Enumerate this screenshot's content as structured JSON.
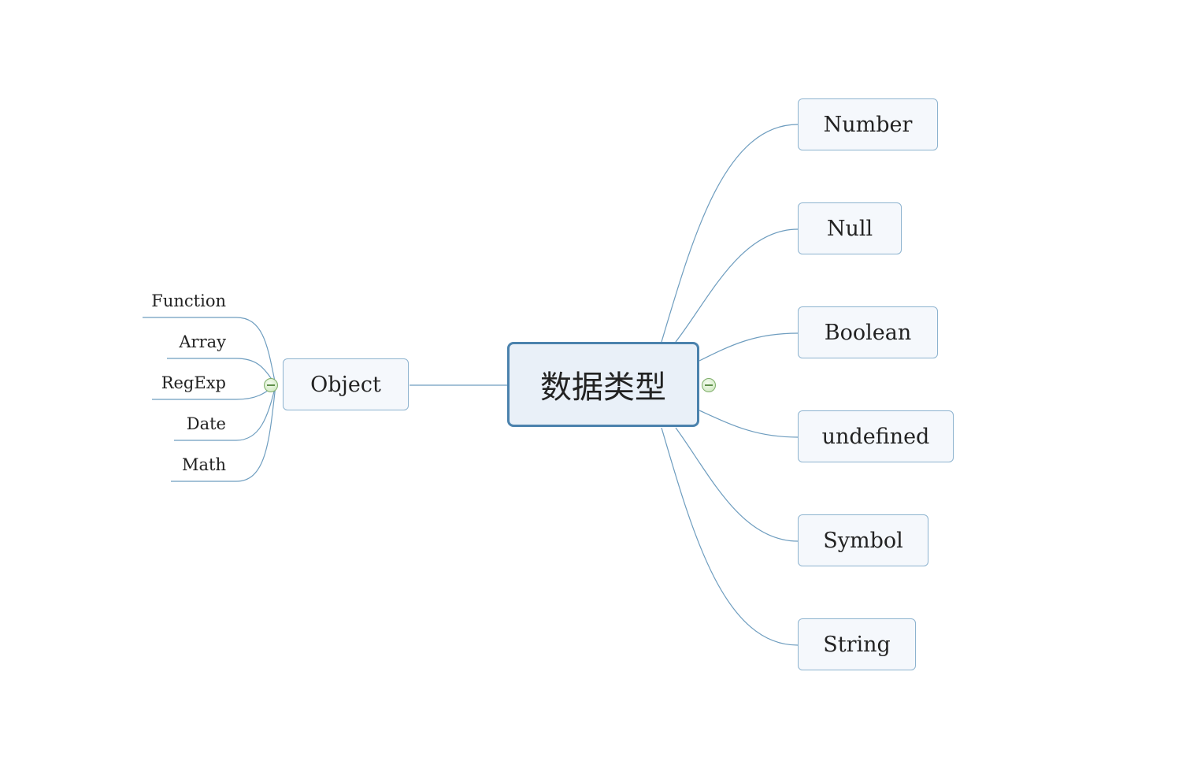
{
  "root": {
    "label": "数据类型"
  },
  "right_branches": [
    {
      "label": "Number"
    },
    {
      "label": "Null"
    },
    {
      "label": "Boolean"
    },
    {
      "label": "undefined"
    },
    {
      "label": "Symbol"
    },
    {
      "label": "String"
    }
  ],
  "left_branch": {
    "label": "Object",
    "children": [
      {
        "label": "Function"
      },
      {
        "label": "Array"
      },
      {
        "label": "RegExp"
      },
      {
        "label": "Date"
      },
      {
        "label": "Math"
      }
    ]
  },
  "colors": {
    "link": "#6e9dbf",
    "node_border": "#8db3cf",
    "node_fill": "#f5f8fc",
    "root_border": "#4b82ad",
    "root_fill": "#e9f0f8",
    "collapse_fill": "#d6ecc9"
  },
  "icons": {
    "collapse": "minus-circle-icon"
  }
}
